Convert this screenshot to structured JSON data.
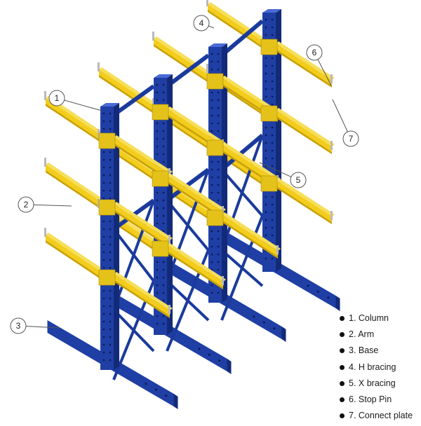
{
  "callouts": [
    {
      "number": "1"
    },
    {
      "number": "2"
    },
    {
      "number": "3"
    },
    {
      "number": "4"
    },
    {
      "number": "5"
    },
    {
      "number": "6"
    },
    {
      "number": "7"
    }
  ],
  "legend": [
    "1. Column",
    "2. Arm",
    "3. Base",
    "4. H bracing",
    "5. X bracing",
    "6. Stop Pin",
    "7. Connect plate"
  ],
  "colors": {
    "column_blue": "#1f3fa5",
    "column_blue_dark": "#132a78",
    "arm_yellow": "#f2cd1c",
    "arm_yellow_dark": "#c9a10c",
    "bracing_blue": "#1a3a9c",
    "stop_pin_gray": "#b9b9b9",
    "callout_stroke": "#555555"
  }
}
